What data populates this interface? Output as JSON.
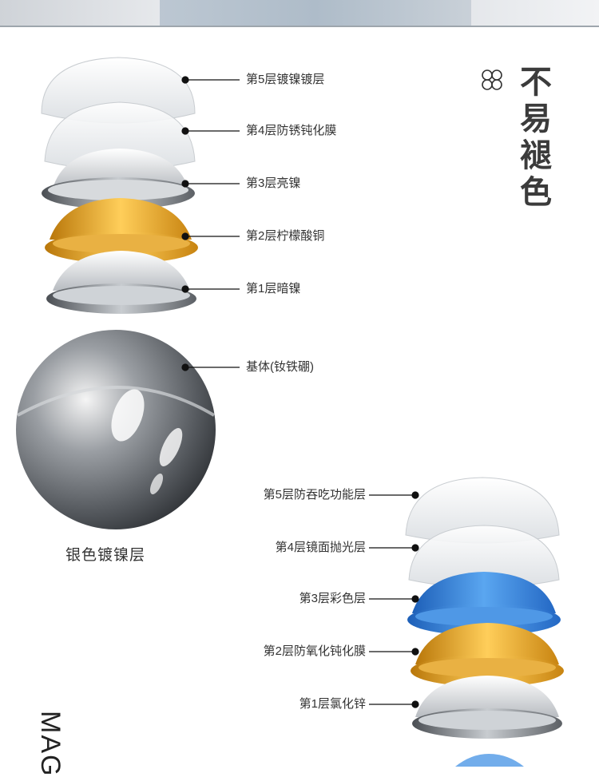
{
  "title": {
    "chars": [
      "不",
      "易",
      "褪",
      "色"
    ]
  },
  "layers_a": [
    {
      "label": "第5层镀镍镀层"
    },
    {
      "label": "第4层防锈钝化膜"
    },
    {
      "label": "第3层亮镍"
    },
    {
      "label": "第2层柠檬酸铜"
    },
    {
      "label": "第1层暗镍"
    }
  ],
  "base": {
    "label": "基体(钕铁硼)"
  },
  "caption": "银色镀镍层",
  "layers_b": [
    {
      "label": "第5层防吞吃功能层"
    },
    {
      "label": "第4层镜面抛光层"
    },
    {
      "label": "第3层彩色层"
    },
    {
      "label": "第2层防氧化钝化膜"
    },
    {
      "label": "第1层氯化锌"
    }
  ],
  "side_text": "MAG",
  "colors": {
    "gold": "#e8a21a",
    "blue": "#2f7fd8",
    "silver": "#8a8f95",
    "text": "#333333"
  }
}
